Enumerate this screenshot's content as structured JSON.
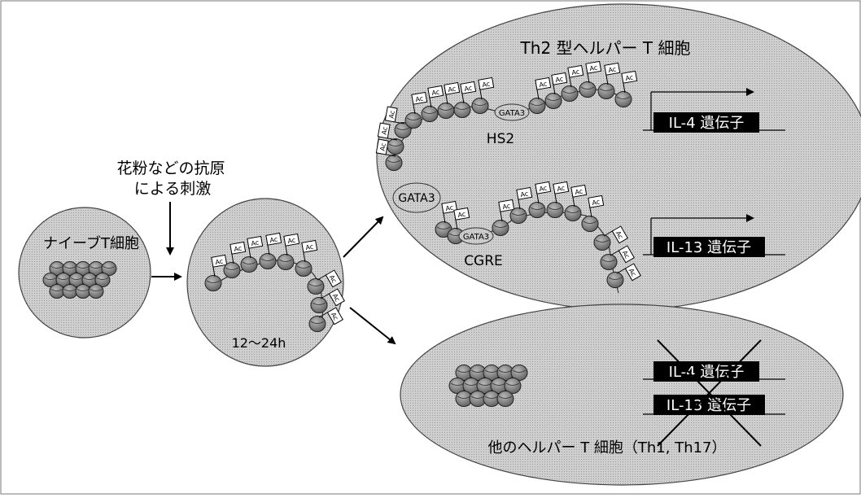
{
  "labels": {
    "stimulus_line1": "花粉などの抗原",
    "stimulus_line2": "による刺激",
    "naive_cell": "ナイーブT細胞",
    "time": "12〜24h",
    "th2_title": "Th2 型ヘルパー T 細胞",
    "hs2": "HS2",
    "cgre": "CGRE",
    "gata3": "GATA3",
    "ac": "Ac",
    "il4_gene": "IL-4 遺伝子",
    "il13_gene": "IL-13 遺伝子",
    "other_cells": "他のヘルパー T 細胞（Th1, Th17）"
  },
  "colors": {
    "cell_fill": "#c8c8c8",
    "nucleosome": "#8c8c8c",
    "gene_box": "#000000",
    "line": "#000000"
  }
}
